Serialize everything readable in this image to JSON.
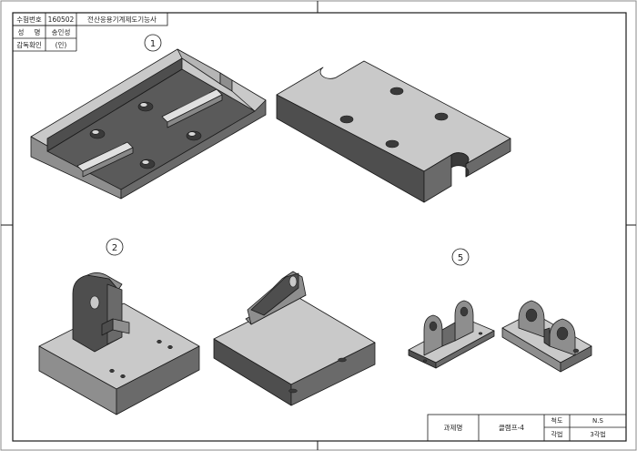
{
  "info_block": {
    "exam_no_label": "수험번호",
    "exam_no_value": "160502",
    "subject": "전산응용기계제도기능사",
    "name_label_1": "성",
    "name_label_2": "명",
    "name_value": "송인성",
    "supervisor_label": "감독확인",
    "supervisor_value": "(인)"
  },
  "views": {
    "view_1": "1",
    "view_2": "2",
    "view_5": "5"
  },
  "title_block": {
    "field_1": "과제명",
    "field_2": "클램프-4",
    "scale_label": "척도",
    "scale_value": "N.S",
    "projection_label": "각법",
    "projection_value": "3각법"
  },
  "colors": {
    "line": "#1a1a1a",
    "top_face": "#c9c9c9",
    "side_face": "#8e8e8e",
    "dark_face": "#4e4e4e",
    "hole": "#3a3a3a"
  }
}
